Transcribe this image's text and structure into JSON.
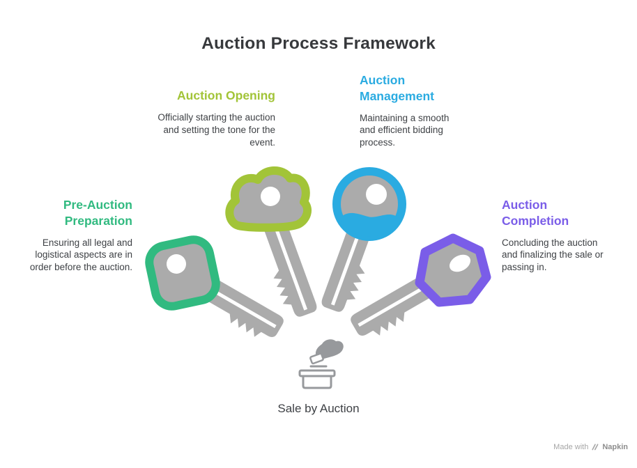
{
  "page": {
    "title": "Auction Process Framework",
    "center_label": "Sale by Auction",
    "credit_prefix": "Made with",
    "credit_brand": "Napkin"
  },
  "colors": {
    "key_gray": "#ababab",
    "icon_gray": "#97999c"
  },
  "steps": [
    {
      "id": "pre-auction-preparation",
      "title": "Pre-Auction Preparation",
      "description": "Ensuring all legal and logistical aspects are in order before the auction.",
      "color": "#31ba80",
      "key_head_shape": "rounded-square"
    },
    {
      "id": "auction-opening",
      "title": "Auction Opening",
      "description": "Officially starting the auction and setting the tone for the event.",
      "color": "#a2c438",
      "key_head_shape": "cloud"
    },
    {
      "id": "auction-management",
      "title": "Auction Management",
      "description": "Maintaining a smooth and efficient bidding process.",
      "color": "#2aabe1",
      "key_head_shape": "circle"
    },
    {
      "id": "auction-completion",
      "title": "Auction Completion",
      "description": "Concluding the auction and finalizing the sale or passing in.",
      "color": "#7a5de8",
      "key_head_shape": "hexagon"
    }
  ],
  "icons": {
    "center": "hand-ballot-box-icon",
    "credit": "napkin-logo-icon"
  }
}
